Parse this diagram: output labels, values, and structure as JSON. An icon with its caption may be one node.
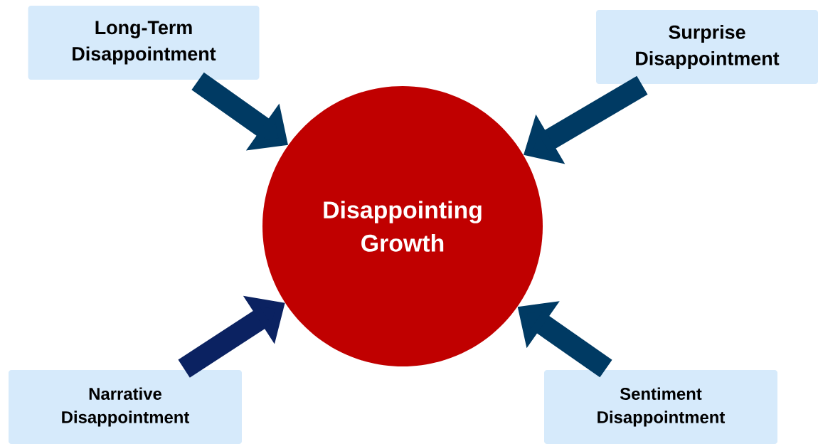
{
  "diagram": {
    "nodes": [
      {
        "text": [
          "Disappointing Growth"
        ]
      },
      {
        "text": [
          "Long-Term Disappointment"
        ]
      },
      {
        "text": [
          "Surprise Disappointment"
        ]
      },
      {
        "text": [
          "Narrative Disappointment"
        ]
      },
      {
        "text": [
          "Sentiment Disappointment"
        ]
      }
    ],
    "edges": [
      {
        "from": 1,
        "to": 0,
        "arrow": "to"
      },
      {
        "from": 2,
        "to": 0,
        "arrow": "to"
      },
      {
        "from": 3,
        "to": 0,
        "arrow": "to",
        "color": "#0b2261"
      },
      {
        "from": 4,
        "to": 0,
        "arrow": "to"
      }
    ]
  }
}
